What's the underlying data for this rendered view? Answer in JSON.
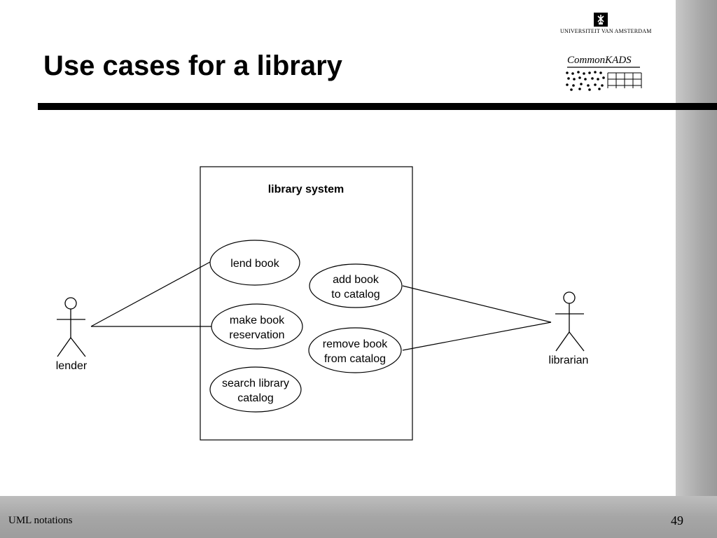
{
  "slide": {
    "title": "Use cases for a library",
    "footer_left": "UML notations",
    "page_number": "49"
  },
  "logos": {
    "university": "Universiteit van Amsterdam",
    "university_display": "UNIVERSITEIT VAN AMSTERDAM",
    "commonkads": "CommonKADS"
  },
  "diagram": {
    "system_name": "library system",
    "actors": {
      "lender": "lender",
      "librarian": "librarian"
    },
    "use_cases": {
      "lend_book": [
        "lend book"
      ],
      "make_reservation": [
        "make book",
        "reservation"
      ],
      "search_catalog": [
        "search library",
        "catalog"
      ],
      "add_book": [
        "add book",
        "to catalog"
      ],
      "remove_book": [
        "remove book",
        "from catalog"
      ]
    }
  },
  "colors": {
    "line": "#000000",
    "background": "#ffffff",
    "band": "#a9a9a9"
  }
}
